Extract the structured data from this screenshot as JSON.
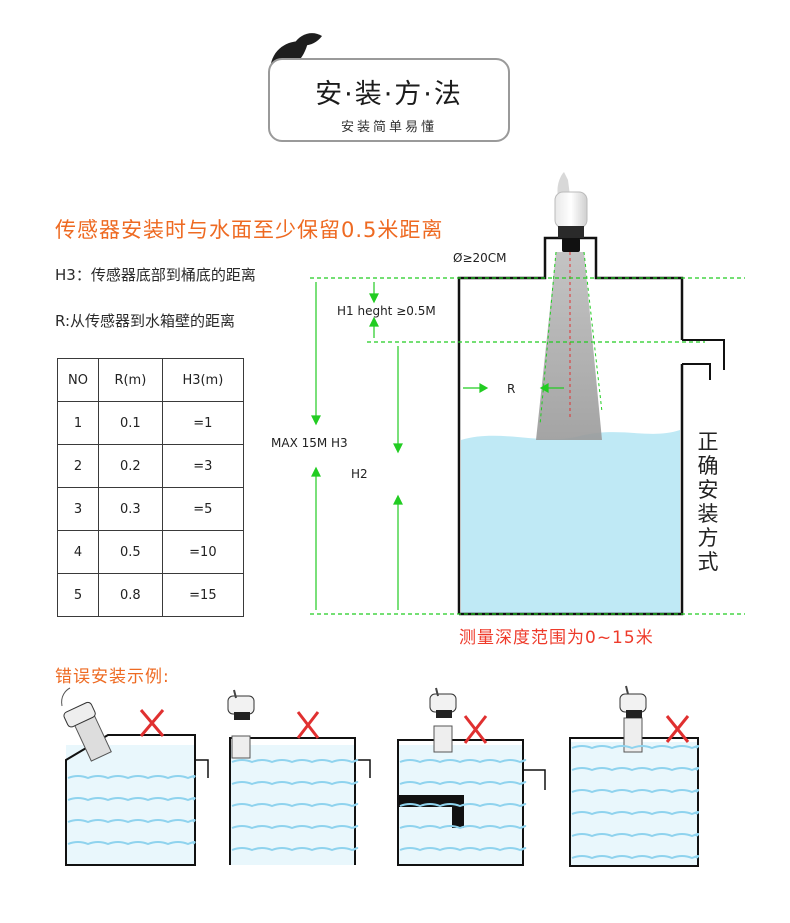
{
  "header": {
    "title": "安·装·方·法",
    "subtitle": "安装简单易懂"
  },
  "main_heading": "传感器安装时与水面至少保留0.5米距离",
  "notes": {
    "h3": "H3：传感器底部到桶底的距离",
    "r": "R:从传感器到水箱壁的距离"
  },
  "table": {
    "headers": [
      "NO",
      "R(m)",
      "H3(m)"
    ],
    "rows": [
      [
        "1",
        "0.1",
        "=1"
      ],
      [
        "2",
        "0.2",
        "=3"
      ],
      [
        "3",
        "0.3",
        "=5"
      ],
      [
        "4",
        "0.5",
        "=10"
      ],
      [
        "5",
        "0.8",
        "=15"
      ]
    ]
  },
  "diagram_labels": {
    "diameter": "Ø≥20CM",
    "h1": "H1 heght ≥0.5M",
    "r": "R",
    "max_h3": "MAX 15M H3",
    "h2": "H2"
  },
  "correct_label": "正确安装方式",
  "measure_range": "测量深度范围为0~15米",
  "wrong_heading": "错误安装示例:",
  "colors": {
    "accent_orange": "#ee6a22",
    "range_red": "#ee3a2a",
    "guide_green": "#22cc22",
    "water_blue": "#bfe9f5",
    "cross_red": "#e03030"
  },
  "icons": [
    "leaf-icon",
    "cross-icon"
  ]
}
